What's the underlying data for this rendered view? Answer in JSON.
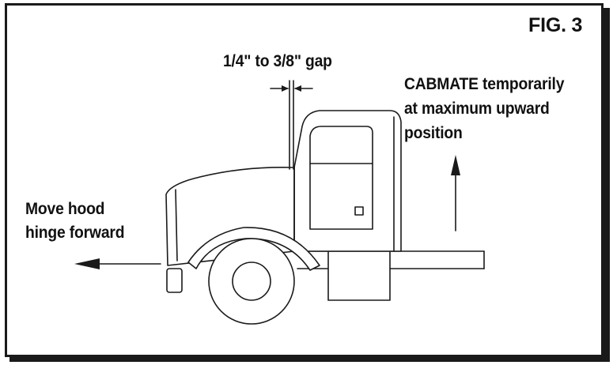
{
  "figure": {
    "fig_label": "FIG. 3",
    "gap_label": "1/4\" to 3/8\" gap",
    "cabmate_label": {
      "line1": "CABMATE temporarily",
      "line2": "at maximum upward",
      "line3": "position"
    },
    "hood_label": {
      "line1": "Move hood",
      "line2": "hinge forward"
    }
  }
}
